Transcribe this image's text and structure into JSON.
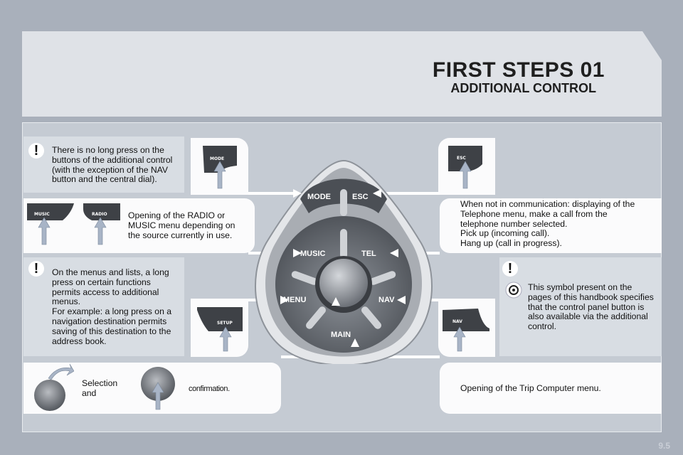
{
  "header": {
    "title": "FIRST STEPS 01",
    "subtitle": "ADDITIONAL CONTROL"
  },
  "colors": {
    "background": "#a9b0bb",
    "panel_light": "#dfe2e7",
    "panel_mid": "#c5cbd3",
    "box_white": "#fbfbfc",
    "box_grey": "#d8dde3"
  },
  "notes": {
    "long_press": "There is no long press on the buttons of the additional control (with the exception of the NAV button and the central dial).",
    "radio_music": "Opening of the RADIO or MUSIC menu depending on the source currently in use.",
    "menus_lists": "On the menus and lists, a long press on certain functions permits access to additional menus.\nFor example: a long press on a navigation destination permits saving of this destination to the address book.",
    "telephone": "When not in communication: displaying of the Telephone menu, make a call from the telephone number selected.\nPick up (incoming call).\nHang up (call in progress).",
    "symbol": "This symbol present on the pages of this handbook specifies that the control panel button is also available via the additional control.",
    "selection": "Selection\nand",
    "confirmation": "confirmation.",
    "trip": "Opening of the Trip Computer menu."
  },
  "warning_symbol": "!",
  "button_icons": {
    "mode": "MODE",
    "esc": "ESC",
    "music": "MUSIC",
    "radio": "RADIO",
    "setup": "SETUP",
    "nav": "NAV"
  },
  "control_labels": {
    "mode": "MODE",
    "esc": "ESC",
    "music": "MUSIC",
    "tel": "TEL",
    "menu": "MENU",
    "nav": "NAV",
    "main": "MAIN"
  },
  "icons": [
    "warning-icon",
    "pointer-arrow-icon",
    "control-panel-symbol-icon",
    "rotate-arrow-icon",
    "dial-icon"
  ],
  "page_number": "9.5"
}
